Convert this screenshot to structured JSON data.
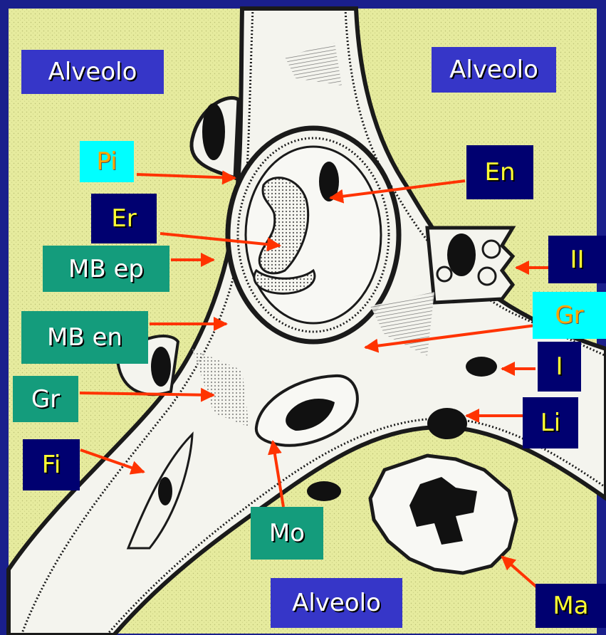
{
  "labels": {
    "alveolo_top_left": "Alveolo",
    "alveolo_top_right": "Alveolo",
    "alveolo_bottom": "Alveolo",
    "pi": "Pi",
    "er": "Er",
    "mb_ep": "MB ep",
    "mb_en": "MB en",
    "gr_left": "Gr",
    "fi": "Fi",
    "mo": "Mo",
    "en": "En",
    "ii": "II",
    "gr_right": "Gr",
    "i": "I",
    "li": "Li",
    "ma": "Ma"
  },
  "colors": {
    "background_frame": "#1a1f8c",
    "alveolar_space": "#e8eda0",
    "interstitium": "#f4f4ee",
    "outline": "#1a1a1a",
    "arrow": "#ff3300",
    "label_blue": "#3636c8",
    "label_navy": "#000070",
    "label_teal": "#149c7c",
    "label_cyan": "#00ffff"
  }
}
